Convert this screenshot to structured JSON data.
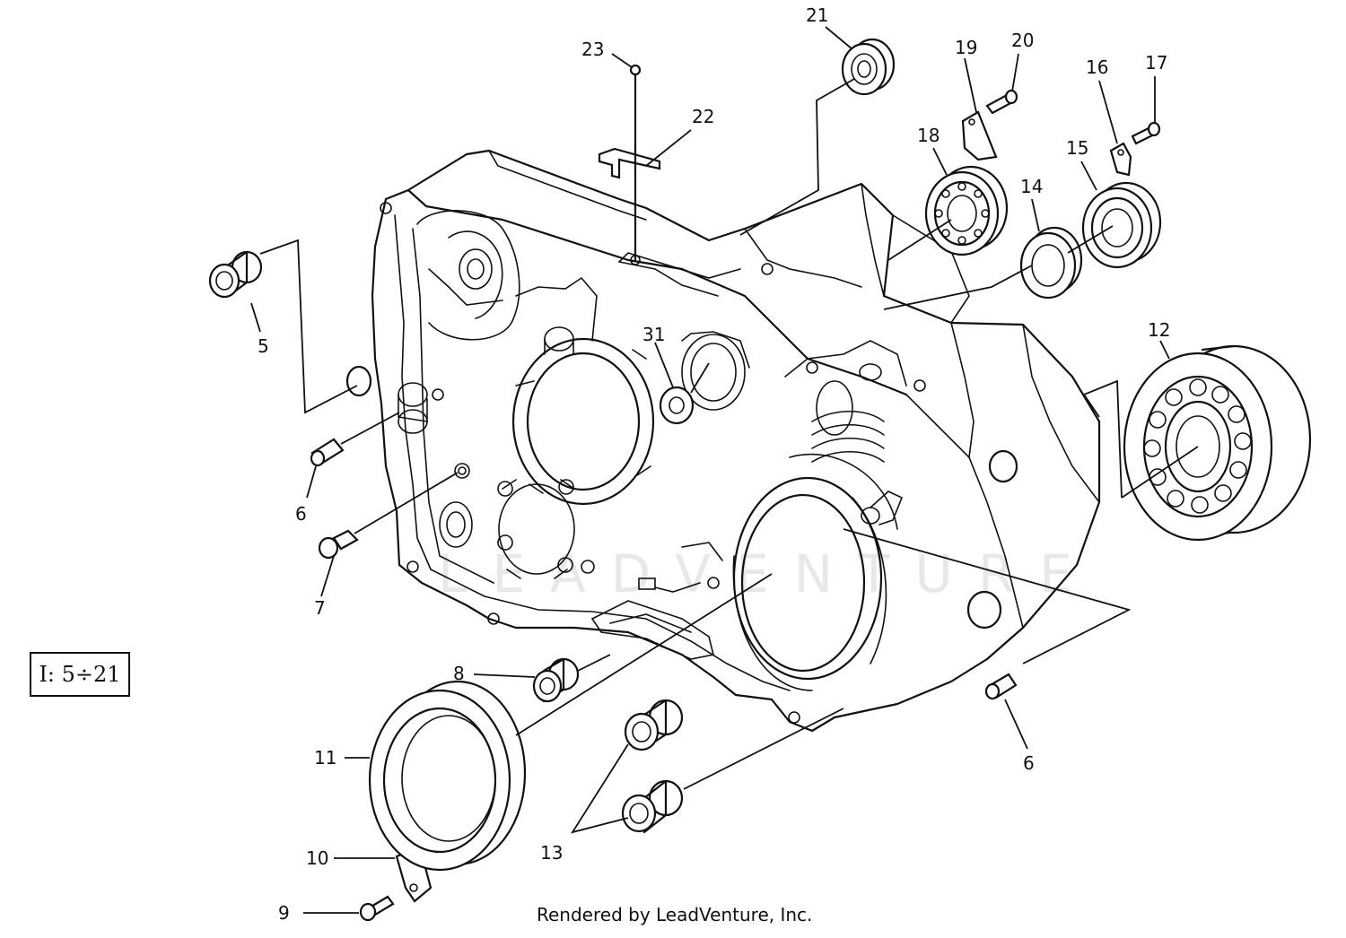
{
  "diagram": {
    "scale_label": "I: 5÷21",
    "credit": "Rendered by LeadVenture, Inc.",
    "watermark": "LEADVENTURE",
    "callouts": {
      "c5": "5",
      "c6a": "6",
      "c6b": "6",
      "c7": "7",
      "c8": "8",
      "c9": "9",
      "c10": "10",
      "c11": "11",
      "c12": "12",
      "c13": "13",
      "c14": "14",
      "c15": "15",
      "c16": "16",
      "c17": "17",
      "c18": "18",
      "c19": "19",
      "c20": "20",
      "c21": "21",
      "c22": "22",
      "c23": "23",
      "c31": "31"
    }
  }
}
